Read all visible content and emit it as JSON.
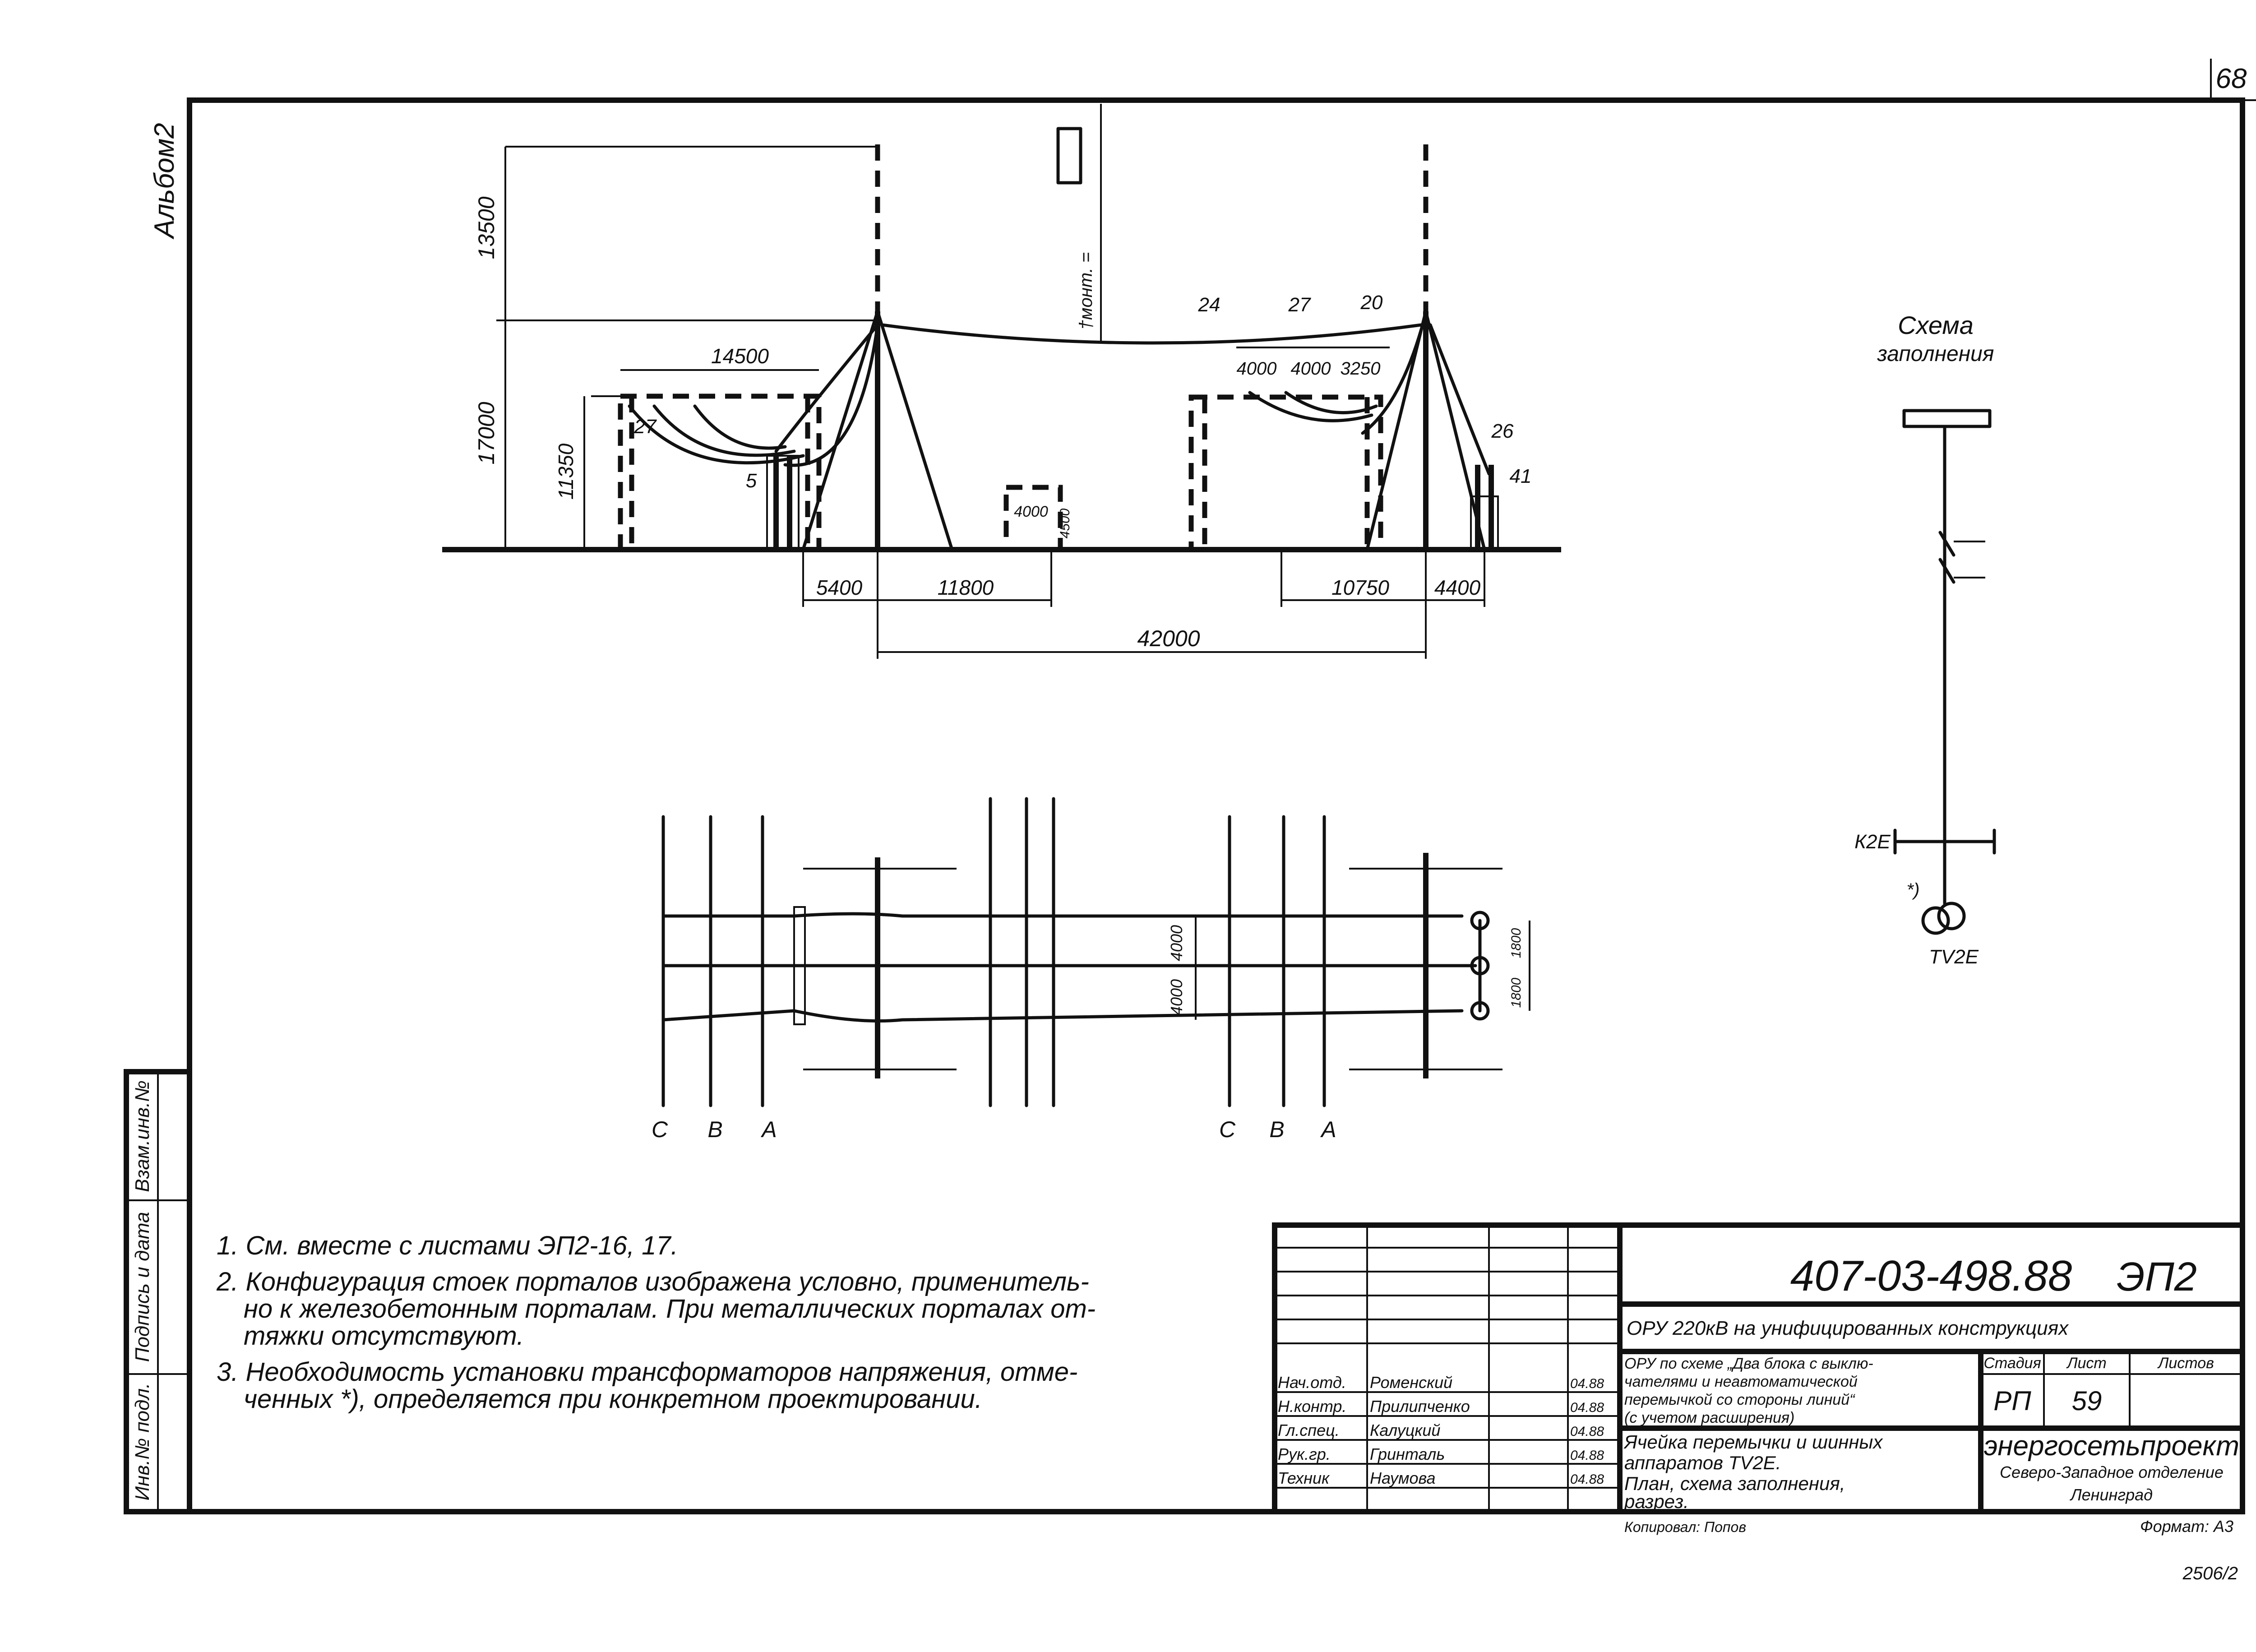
{
  "sheet": {
    "page_number": "68",
    "album": "Альбом2",
    "stamp_bottom": "2506/2"
  },
  "elevation": {
    "dims": {
      "d13500": "13500",
      "d17000": "17000",
      "d11350": "11350",
      "d14500": "14500",
      "d4000a": "4000",
      "d4000b": "4000",
      "d3250": "3250",
      "d5400": "5400",
      "d11800": "11800",
      "d10750": "10750",
      "d4400": "4400",
      "d42000": "42000",
      "d4000c": "4000",
      "d4500": "4500",
      "hmont": "†монт. ="
    },
    "callouts": [
      "24",
      "27",
      "20",
      "27",
      "5",
      "26",
      "41"
    ]
  },
  "plan": {
    "dims": {
      "d4000a": "4000",
      "d4000b": "4000",
      "d1800a": "1800",
      "d1800b": "1800"
    },
    "phases_left": [
      "С",
      "В",
      "А"
    ],
    "phases_right": [
      "С",
      "В",
      "А"
    ]
  },
  "scheme": {
    "title_line1": "Схема",
    "title_line2": "заполнения",
    "label_bus": "К2Е",
    "label_tv": "ТV2Е",
    "mark_star": "*)"
  },
  "notes": [
    "1. См. вместе с листами ЭП2-16, 17.",
    "2. Конфигурация стоек порталов изображена условно, применитель-",
    "но к железобетонным порталам. При металлических порталах от-",
    "тяжки отсутствуют.",
    "3. Необходимость установки трансформаторов напряжения, отме-",
    "ченных *), определяется при конкретном проектировании."
  ],
  "side_labels": [
    "Взам.инв.№",
    "Подпись и дата",
    "Инв.№ подл."
  ],
  "title_block": {
    "doc_code": "407-03-498.88",
    "sheet_code": "ЭП2",
    "project_title": "ОРУ 220кВ на унифицированных конструкциях",
    "desc_lines": [
      "ОРУ по схеме „Два блока с выклю-",
      "чателями и неавтоматической",
      "перемычкой со стороны линий“",
      "(с учетом расширения)"
    ],
    "sheet_title_lines": [
      "Ячейка перемычки и шинных",
      "аппаратов ТV2Е.",
      "План, схема заполнения,",
      "разрез."
    ],
    "stage_header": "Стадия",
    "sheet_header": "Лист",
    "sheets_header": "Листов",
    "stage": "РП",
    "sheet_no": "59",
    "org_name": "энергосетьпроект",
    "org_sub1": "Северо-Западное отделение",
    "org_sub2": "Ленинград",
    "copied": "Копировал: Попов",
    "format": "Формат: А3",
    "staff": [
      {
        "role": "Нач.отд.",
        "name": "Роменский",
        "date": "04.88"
      },
      {
        "role": "Н.контр.",
        "name": "Прилипченко",
        "date": "04.88"
      },
      {
        "role": "Гл.спец.",
        "name": "Калуцкий",
        "date": "04.88"
      },
      {
        "role": "Рук.гр.",
        "name": "Гринталь",
        "date": "04.88"
      },
      {
        "role": "Техник",
        "name": "Наумова",
        "date": "04.88"
      }
    ]
  }
}
